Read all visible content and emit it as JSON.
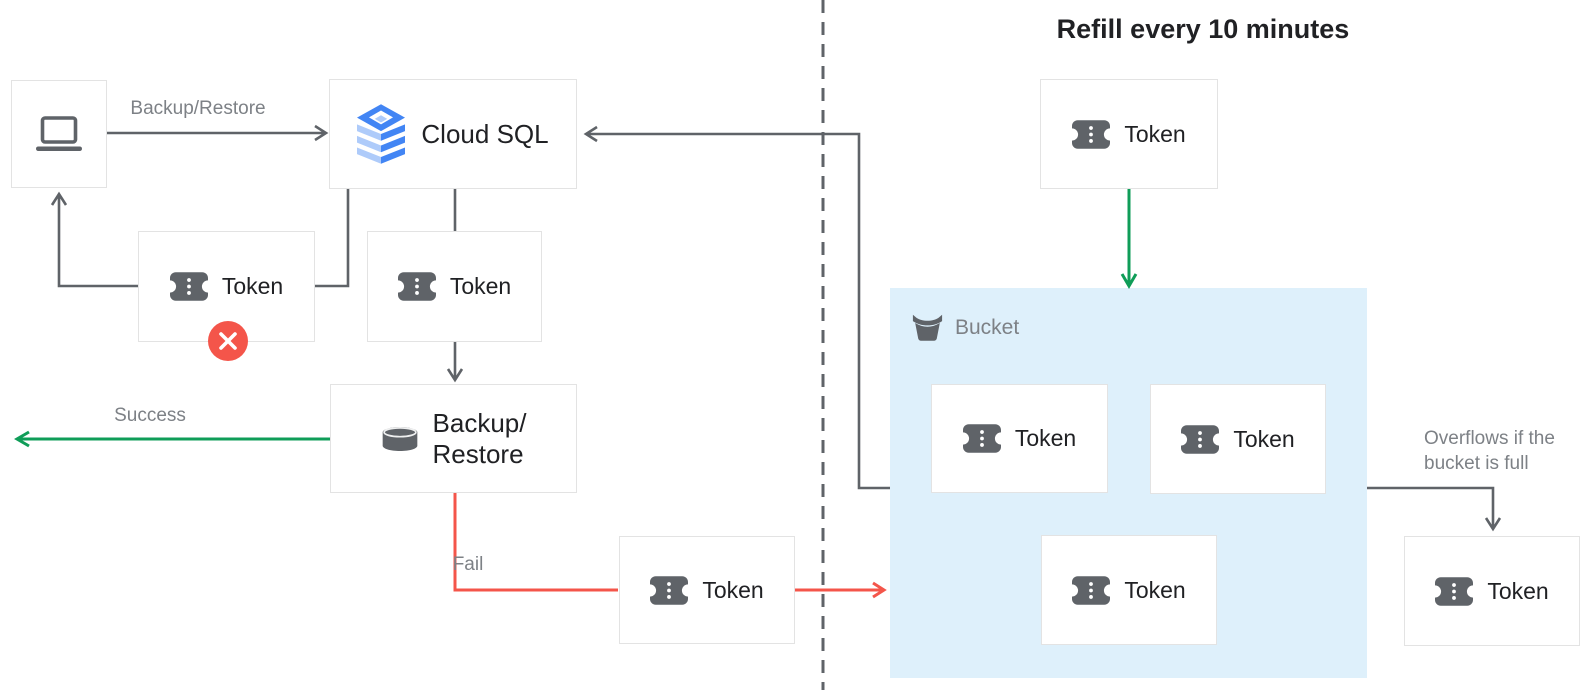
{
  "diagram": {
    "title": "Refill every 10 minutes",
    "token_label": "Token",
    "cloud_sql_label": "Cloud SQL",
    "backup_restore_line1": "Backup/",
    "backup_restore_line2": "Restore",
    "bucket_label": "Bucket",
    "annotations": {
      "backup_restore": "Backup/Restore",
      "success": "Success",
      "fail": "Fail",
      "overflow": "Overflows if the bucket is full"
    },
    "colors": {
      "green": "#0F9D58",
      "red": "#F4554A",
      "arrow_gray": "#5F6368",
      "label_gray": "#7D8186",
      "text_dark": "#202124",
      "border_gray": "#E3E3E3",
      "icon_gray": "#5F6368",
      "blue_medium": "#4285F4",
      "blue_light": "#AECBFA",
      "bucket_fill": "#DEF0FB"
    }
  }
}
